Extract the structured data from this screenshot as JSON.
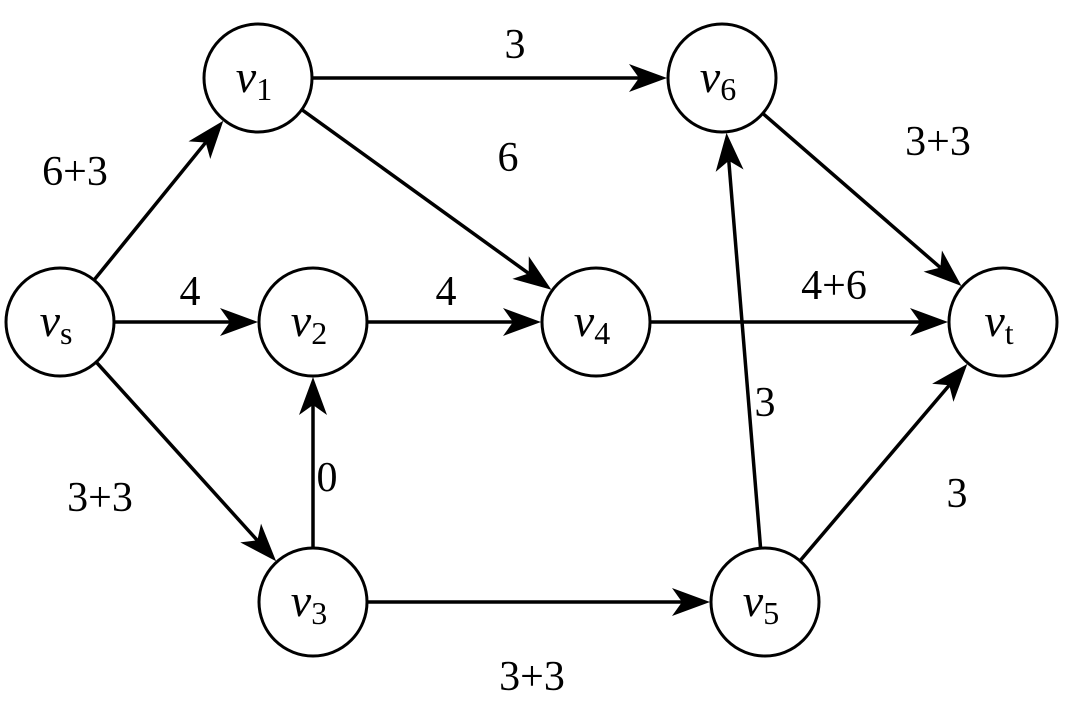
{
  "colors": {
    "stroke": "#000000",
    "fill": "#ffffff"
  },
  "nodes": [
    {
      "id": "vs",
      "letter": "v",
      "sub": "s"
    },
    {
      "id": "v1",
      "letter": "v",
      "sub": "1"
    },
    {
      "id": "v2",
      "letter": "v",
      "sub": "2"
    },
    {
      "id": "v3",
      "letter": "v",
      "sub": "3"
    },
    {
      "id": "v4",
      "letter": "v",
      "sub": "4"
    },
    {
      "id": "v5",
      "letter": "v",
      "sub": "5"
    },
    {
      "id": "v6",
      "letter": "v",
      "sub": "6"
    },
    {
      "id": "vt",
      "letter": "v",
      "sub": "t"
    }
  ],
  "edges": [
    {
      "from": "vs",
      "to": "v1",
      "label": "6+3"
    },
    {
      "from": "vs",
      "to": "v2",
      "label": "4"
    },
    {
      "from": "vs",
      "to": "v3",
      "label": "3+3"
    },
    {
      "from": "v1",
      "to": "v6",
      "label": "3"
    },
    {
      "from": "v1",
      "to": "v4",
      "label": "6"
    },
    {
      "from": "v2",
      "to": "v4",
      "label": "4"
    },
    {
      "from": "v3",
      "to": "v2",
      "label": "0"
    },
    {
      "from": "v3",
      "to": "v5",
      "label": "3+3"
    },
    {
      "from": "v4",
      "to": "vt",
      "label": "4+6"
    },
    {
      "from": "v5",
      "to": "v6",
      "label": "3"
    },
    {
      "from": "v5",
      "to": "vt",
      "label": "3"
    },
    {
      "from": "v6",
      "to": "vt",
      "label": "3+3"
    }
  ]
}
